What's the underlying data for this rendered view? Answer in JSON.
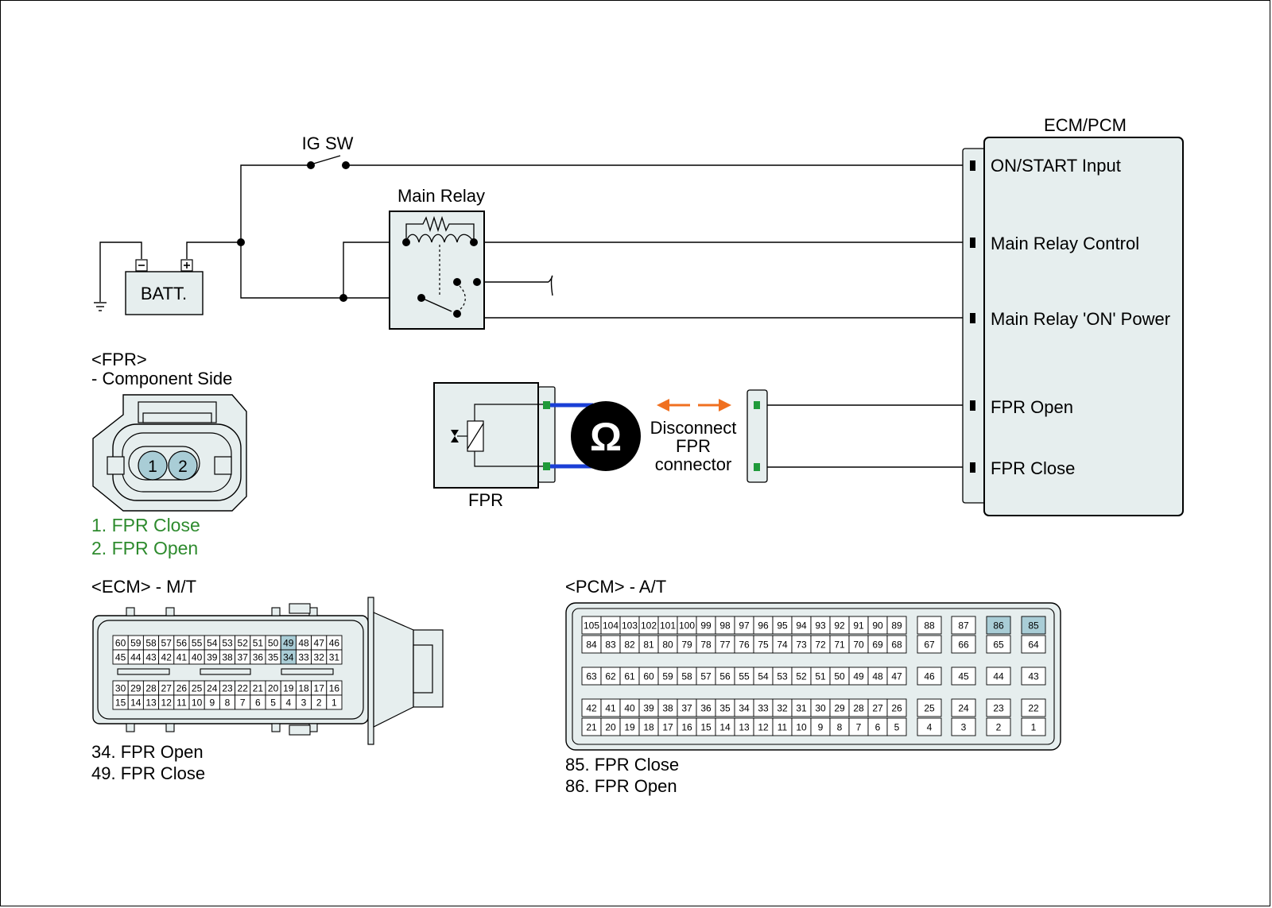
{
  "circuit": {
    "ig_sw": "IG SW",
    "batt": "BATT.",
    "main_relay": "Main Relay",
    "ecm_pcm_title": "ECM/PCM",
    "terminals": [
      "ON/START Input",
      "Main Relay Control",
      "Main Relay 'ON' Power",
      "FPR Open",
      "FPR Close"
    ],
    "fpr_label": "FPR",
    "ohm_symbol": "Ω",
    "disconnect": [
      "Disconnect",
      "FPR",
      "connector"
    ]
  },
  "fpr_connector": {
    "title": "<FPR>",
    "subtitle": "- Component Side",
    "pins": [
      "1",
      "2"
    ],
    "legend": [
      "1. FPR Close",
      "2. FPR Open"
    ]
  },
  "ecm_mt": {
    "title": "<ECM> - M/T",
    "row1": [
      "60",
      "59",
      "58",
      "57",
      "56",
      "55",
      "54",
      "53",
      "52",
      "51",
      "50",
      "49",
      "48",
      "47",
      "46"
    ],
    "row2": [
      "45",
      "44",
      "43",
      "42",
      "41",
      "40",
      "39",
      "38",
      "37",
      "36",
      "35",
      "34",
      "33",
      "32",
      "31"
    ],
    "row3": [
      "30",
      "29",
      "28",
      "27",
      "26",
      "25",
      "24",
      "23",
      "22",
      "21",
      "20",
      "19",
      "18",
      "17",
      "16"
    ],
    "row4": [
      "15",
      "14",
      "13",
      "12",
      "11",
      "10",
      "9",
      "8",
      "7",
      "6",
      "5",
      "4",
      "3",
      "2",
      "1"
    ],
    "highlight": [
      "49",
      "34"
    ],
    "legend": [
      "34. FPR Open",
      "49. FPR Close"
    ]
  },
  "pcm_at": {
    "title": "<PCM> - A/T",
    "row1": [
      "105",
      "104",
      "103",
      "102",
      "101",
      "100",
      "99",
      "98",
      "97",
      "96",
      "95",
      "94",
      "93",
      "92",
      "91",
      "90",
      "89"
    ],
    "row1_right": [
      "88",
      "87",
      "86",
      "85"
    ],
    "row2": [
      "84",
      "83",
      "82",
      "81",
      "80",
      "79",
      "78",
      "77",
      "76",
      "75",
      "74",
      "73",
      "72",
      "71",
      "70",
      "69",
      "68"
    ],
    "row2_right": [
      "67",
      "66",
      "65",
      "64"
    ],
    "row3": [
      "63",
      "62",
      "61",
      "60",
      "59",
      "58",
      "57",
      "56",
      "55",
      "54",
      "53",
      "52",
      "51",
      "50",
      "49",
      "48",
      "47"
    ],
    "row3_right": [
      "46",
      "45",
      "44",
      "43"
    ],
    "row4": [
      "42",
      "41",
      "40",
      "39",
      "38",
      "37",
      "36",
      "35",
      "34",
      "33",
      "32",
      "31",
      "30",
      "29",
      "28",
      "27",
      "26"
    ],
    "row4_right": [
      "25",
      "24",
      "23",
      "22"
    ],
    "row5": [
      "21",
      "20",
      "19",
      "18",
      "17",
      "16",
      "15",
      "14",
      "13",
      "12",
      "11",
      "10",
      "9",
      "8",
      "7",
      "6",
      "5"
    ],
    "row5_right": [
      "4",
      "3",
      "2",
      "1"
    ],
    "highlight": [
      "86",
      "85"
    ],
    "legend": [
      "85. FPR Close",
      "86. FPR Open"
    ]
  },
  "colors": {
    "box_fill": "#e6eeee",
    "pin_highlight": "#a9cdd6",
    "wire_blue": "#1a3fd6",
    "arrow_orange": "#f07020",
    "pin_green": "#1f9a3a",
    "legend_green": "#2e8b2e"
  }
}
